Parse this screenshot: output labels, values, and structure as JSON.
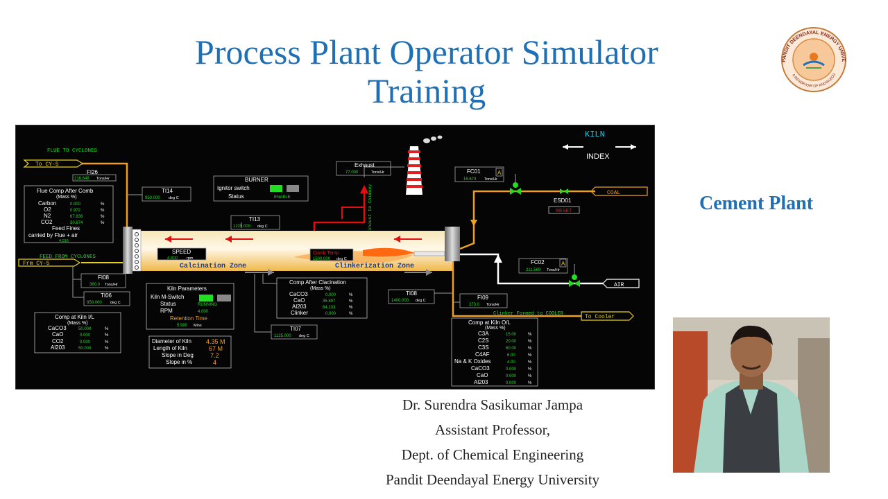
{
  "header": {
    "title_line1": "Process Plant Operator Simulator",
    "title_line2": "Training"
  },
  "tagline": "Cement Plant",
  "presenter": {
    "name": "Dr. Surendra Sasikumar Jampa",
    "role": "Assistant Professor,",
    "department": "Dept. of Chemical Engineering",
    "university": "Pandit Deendayal Energy University"
  },
  "logo": {
    "text": "PANDIT DEENDAYAL ENERGY UNIVERSITY",
    "motto": "A RESERVOIR OF KNOWLEDGE"
  },
  "colors": {
    "title": "#1f6fb5",
    "pipe_orange": "#f0a020",
    "pipe_red": "#e01010",
    "value_green": "#22dd22",
    "line_gray": "#9a9a9a"
  },
  "sim": {
    "kiln_label": "KILN",
    "index_label": "INDEX",
    "flue_to_cyclones": "FLUE TO CYCLONES",
    "to_cy5": "To CY-5",
    "fi26": {
      "tag": "FI26",
      "value": "216.648",
      "unit": "Tons/Hr"
    },
    "ti14": {
      "tag": "TI14",
      "value": "950.000",
      "unit": "deg C"
    },
    "flue_comp": {
      "title": "Flue Comp After Comb",
      "subtitle": "(Mass %)",
      "rows": [
        {
          "label": "Carbon",
          "value": "0.000",
          "unit": "%"
        },
        {
          "label": "O2",
          "value": "0.972",
          "unit": "%"
        },
        {
          "label": "N2",
          "value": "67.836",
          "unit": "%"
        },
        {
          "label": "CO2",
          "value": "30.874",
          "unit": "%"
        }
      ],
      "feed_fines": "Feed Fines",
      "carried": "carried by Flue + air",
      "carried_value": "4.016"
    },
    "burner": {
      "title": "BURNER",
      "ignitor_label": "Ignitor switch",
      "status_label": "Status",
      "status_value": "ENABLE"
    },
    "ti13": {
      "tag": "TI13",
      "value": "1225.000",
      "unit": "deg C"
    },
    "exhaust": {
      "tag": "Exhaust",
      "value": "77.000",
      "unit": "Tons/Hr"
    },
    "exhaust_to_chimney": "Exhaust to Chimney",
    "fc01": {
      "tag": "FC01",
      "value": "15.673",
      "unit": "Tons/Hr",
      "mode": "A"
    },
    "esd01": {
      "tag": "ESD01",
      "reset": "RESET"
    },
    "coal": "COAL",
    "speed": {
      "label": "SPEED",
      "value": "4.000",
      "unit": "rpm"
    },
    "calcination_zone": "Calcination Zone",
    "clinkerization_zone": "Clinkerization Zone",
    "combustion": {
      "label": "Comb Temp",
      "value": "1500.000",
      "unit": "deg C"
    },
    "feed_from_cyclones": "FEED FROM CYCLONES",
    "frm_cy5": "Frm CY-5",
    "fi08": {
      "tag": "FI08",
      "value": "360.0",
      "unit": "Tons/Hr"
    },
    "ti06": {
      "tag": "TI06",
      "value": "850.000",
      "unit": "deg C"
    },
    "kiln_params": {
      "title": "Kiln Parameters",
      "switch_label": "Kiln M-Switch",
      "status_label": "Status",
      "status_value": "RUNNING",
      "rpm_label": "RPM",
      "rpm_value": "4.000",
      "retention_label": "Retention Time",
      "retention_value": "5.990",
      "retention_unit": "Mins"
    },
    "comp_after_calc": {
      "title": "Comp After Clacination",
      "subtitle": "(Mass %)",
      "rows": [
        {
          "label": "CaCO3",
          "value": "0.000",
          "unit": "%"
        },
        {
          "label": "CaO",
          "value": "35.897",
          "unit": "%"
        },
        {
          "label": "Al203",
          "value": "64.103",
          "unit": "%"
        },
        {
          "label": "Clinker",
          "value": "0.000",
          "unit": "%"
        }
      ]
    },
    "ti07": {
      "tag": "TI07",
      "value": "1125.000",
      "unit": "deg C"
    },
    "ti08": {
      "tag": "TI08",
      "value": "1400.000",
      "unit": "deg C"
    },
    "fi09": {
      "tag": "FI09",
      "value": "273.0",
      "unit": "Tons/Hr"
    },
    "fc02": {
      "tag": "FC02",
      "value": "211.569",
      "unit": "Tons/Hr",
      "mode": "A"
    },
    "air": "AIR",
    "clinker_to_cooler": "Clinker Formed to COOLER",
    "to_cooler": "To Cooler",
    "comp_kiln_il": {
      "title": "Comp at Kiln I/L",
      "subtitle": "(Mass %)",
      "rows": [
        {
          "label": "CaCO3",
          "value": "50.000",
          "unit": "%"
        },
        {
          "label": "CaO",
          "value": "0.000",
          "unit": "%"
        },
        {
          "label": "CO2",
          "value": "0.000",
          "unit": "%"
        },
        {
          "label": "Al203",
          "value": "50.000",
          "unit": "%"
        }
      ]
    },
    "kiln_dims": {
      "rows": [
        {
          "label": "Diameter of Kiln",
          "value": "4.35 M"
        },
        {
          "label": "Length of Kiln",
          "value": "67 M"
        },
        {
          "label": "Slope in Deg",
          "value": "7.2"
        },
        {
          "label": "Slope in %",
          "value": "4"
        }
      ]
    },
    "comp_kiln_ol": {
      "title": "Comp at Kiln O/L",
      "subtitle": "(Mass %)",
      "rows": [
        {
          "label": "C3A",
          "value": "15.00",
          "unit": "%"
        },
        {
          "label": "C2S",
          "value": "20.00",
          "unit": "%"
        },
        {
          "label": "C3S",
          "value": "60.00",
          "unit": "%"
        },
        {
          "label": "C4AF",
          "value": "6.00",
          "unit": "%"
        },
        {
          "label": "Na & K Oxides",
          "value": "4.00",
          "unit": "%"
        },
        {
          "label": "CaCO3",
          "value": "0.000",
          "unit": "%"
        },
        {
          "label": "CaO",
          "value": "0.000",
          "unit": "%"
        },
        {
          "label": "Al203",
          "value": "0.000",
          "unit": "%"
        }
      ]
    }
  }
}
